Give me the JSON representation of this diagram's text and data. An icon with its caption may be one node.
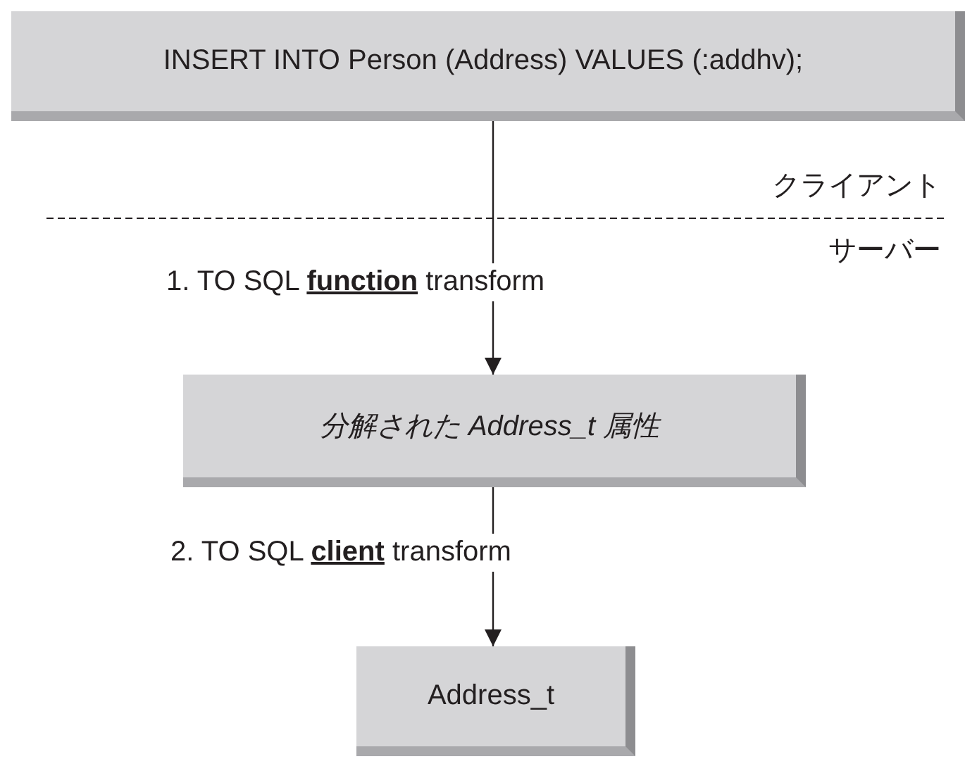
{
  "diagram": {
    "nodes": [
      {
        "text": [
          "INSERT INTO Person (Address) VALUES (:addhv);"
        ]
      },
      {
        "text": [
          "分解された Address_t 属性"
        ]
      },
      {
        "text": [
          "Address_t"
        ]
      }
    ],
    "edges": [
      {
        "from": 0,
        "to": 1,
        "arrow": "to",
        "label": "1. TO SQL **function** transform"
      },
      {
        "from": 1,
        "to": 2,
        "arrow": "to",
        "label": "2. TO SQL **client** transform"
      }
    ],
    "labels": [
      "クライアント",
      "サーバー"
    ]
  }
}
